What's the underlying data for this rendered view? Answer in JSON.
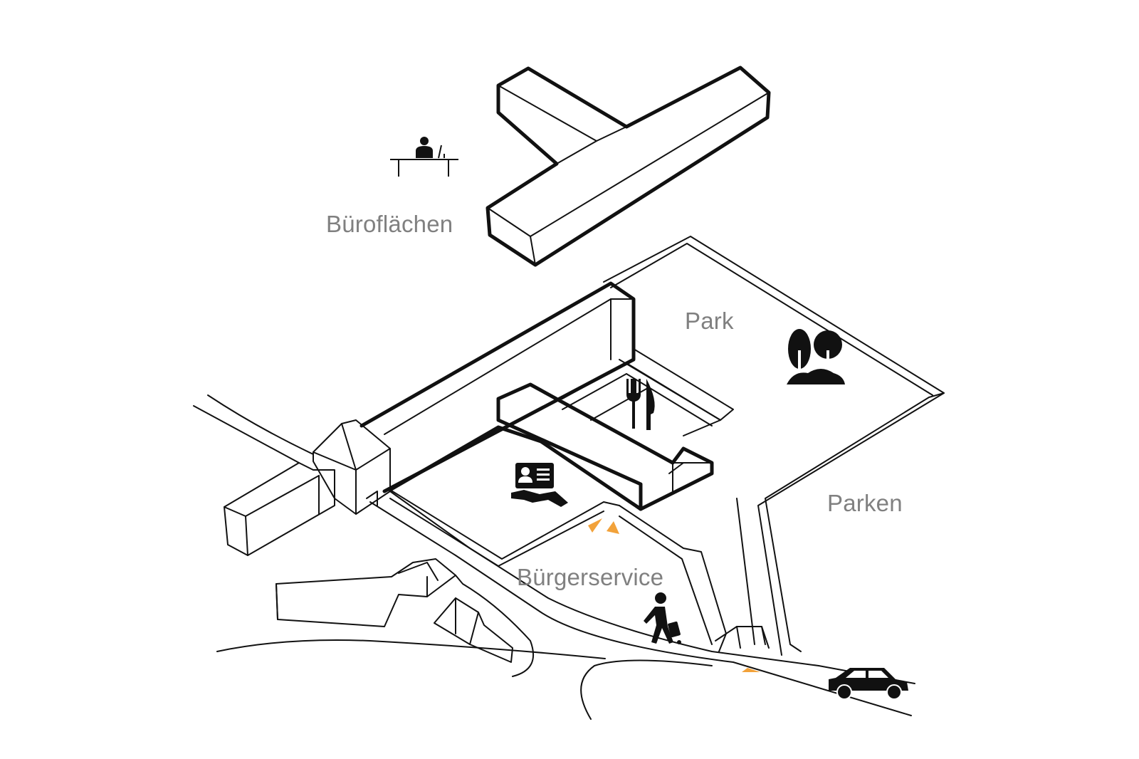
{
  "labels": {
    "offices": "Büroflächen",
    "park": "Park",
    "parking": "Parken",
    "citizen_service": "Bürgerservice"
  },
  "icons": {
    "desk_worker": "desk-worker-icon",
    "cutlery": "cutlery-icon",
    "trees": "trees-icon",
    "id_card_service": "id-card-hand-icon",
    "pedestrian": "walking-person-with-luggage-icon",
    "car": "car-icon",
    "entrance_marker": "entrance-arrow-icon"
  },
  "colors": {
    "ink": "#111111",
    "label_gray": "#808080",
    "entrance_orange": "#F2A23A",
    "background": "#FFFFFF"
  }
}
